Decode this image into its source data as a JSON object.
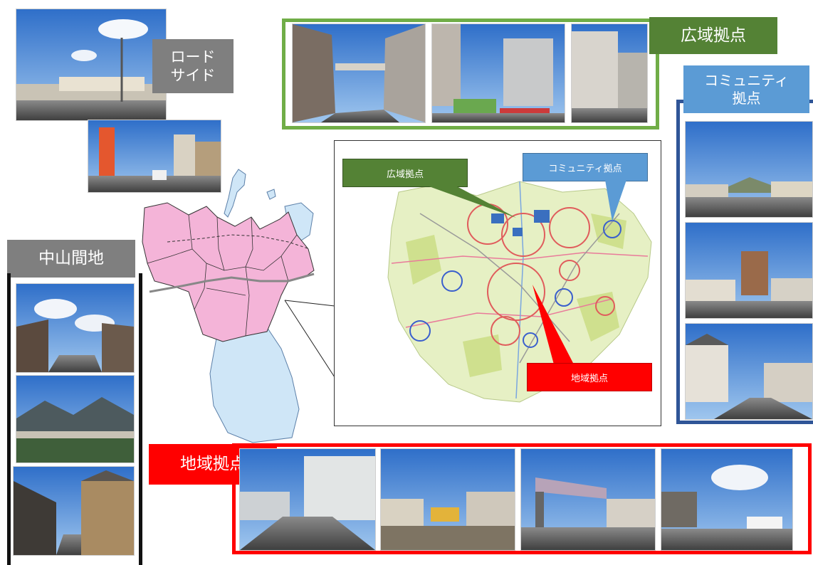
{
  "colors": {
    "wide_area": "#548235",
    "community": "#5b9bd5",
    "community_frame": "#2f5597",
    "regional": "#ff0000",
    "roadside": "#7f7f7f",
    "mountain": "#7f7f7f",
    "city_pink": "#f4b4d8",
    "island_blue": "#cfe6f7"
  },
  "labels": {
    "roadside": [
      "ロード",
      "サイド"
    ],
    "wide_area": "広域拠点",
    "community": [
      "コミュニティ",
      "拠点"
    ],
    "mountain": "中山間地",
    "regional": "地域拠点"
  },
  "callouts": {
    "wide_area": "広域拠点",
    "community": "コミュニティ拠点",
    "regional": "地域拠点"
  }
}
